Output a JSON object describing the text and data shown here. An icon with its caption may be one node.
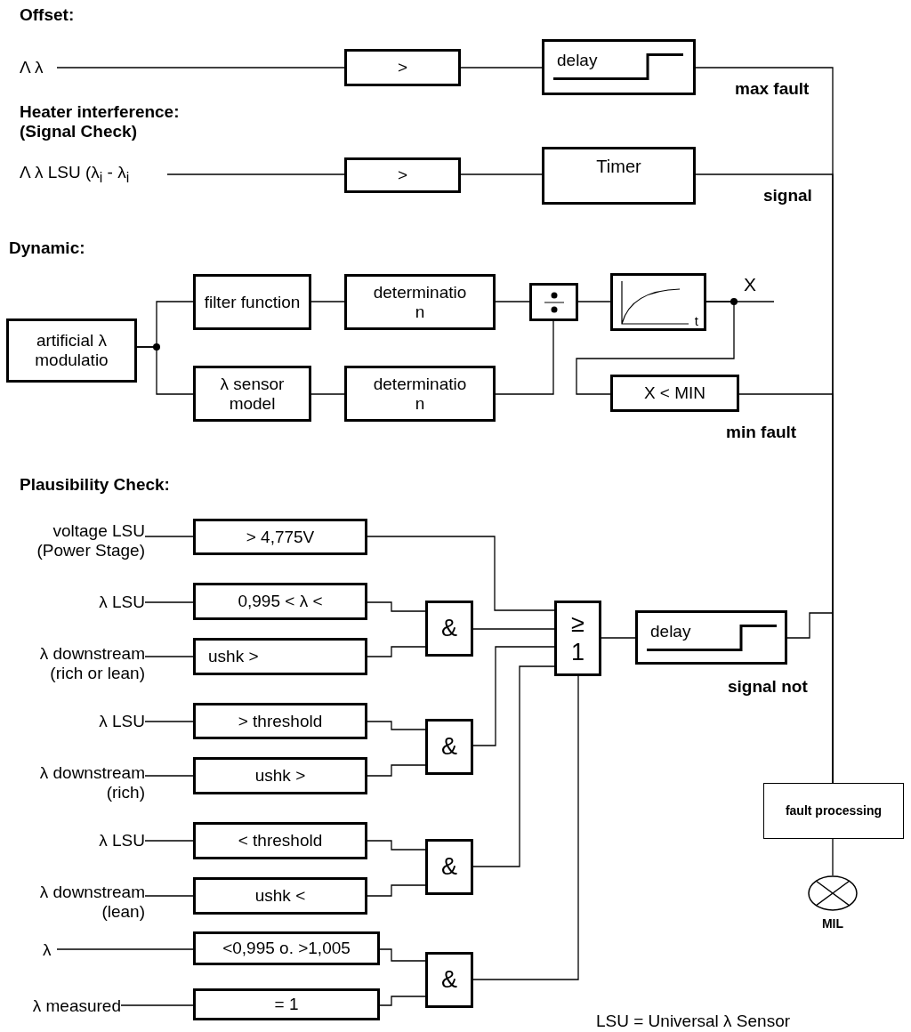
{
  "diagram": {
    "nodes": [
      {
        "text": [
          "Λ λ"
        ]
      },
      {
        "text": [
          ">"
        ]
      },
      {
        "text": [
          "delay"
        ]
      },
      {
        "text": [
          "Λ λ LSU (λ$_{i}$ - λ$_{i}$"
        ]
      },
      {
        "text": [
          ">"
        ]
      },
      {
        "text": [
          "Timer"
        ]
      },
      {
        "text": [
          "artificial λ modulatio"
        ]
      },
      {
        "text": [
          "filter function"
        ]
      },
      {
        "text": [
          "λ sensor model"
        ]
      },
      {
        "text": [
          "determinatio n"
        ]
      },
      {
        "text": [
          "determinatio n"
        ]
      },
      {
        "text": [],
        "shape": "box"
      },
      {
        "text": [
          "t"
        ]
      },
      {
        "text": [
          "X < MIN"
        ]
      },
      {
        "text": [
          "voltage LSU (Power Stage)"
        ]
      },
      {
        "text": [
          "> 4,775V"
        ]
      },
      {
        "text": [
          "λ LSU"
        ]
      },
      {
        "text": [
          "0,995 < λ <"
        ]
      },
      {
        "text": [
          "λ downstream (rich or lean)"
        ]
      },
      {
        "text": [
          "ushk >"
        ]
      },
      {
        "text": [
          "&"
        ]
      },
      {
        "text": [
          "λ LSU"
        ]
      },
      {
        "text": [
          "> threshold"
        ]
      },
      {
        "text": [
          "λ downstream (rich)"
        ]
      },
      {
        "text": [
          "ushk >"
        ]
      },
      {
        "text": [
          "&"
        ]
      },
      {
        "text": [
          "λ LSU"
        ]
      },
      {
        "text": [
          "< threshold"
        ]
      },
      {
        "text": [
          "λ downstream (lean)"
        ]
      },
      {
        "text": [
          "ushk <"
        ]
      },
      {
        "text": [
          "&"
        ]
      },
      {
        "text": [
          "λ"
        ]
      },
      {
        "text": [
          "<0,995 o. >1,005"
        ]
      },
      {
        "text": [
          "λ measured"
        ]
      },
      {
        "text": [
          "= 1"
        ]
      },
      {
        "text": [
          "&"
        ]
      },
      {
        "text": [
          "≥ 1"
        ]
      },
      {
        "text": [
          "delay"
        ]
      },
      {
        "text": [
          "fault processing"
        ]
      },
      {
        "text": [],
        "shape": "circle",
        "beside": [
          "MIL"
        ]
      }
    ],
    "edges": [
      {
        "from": 0,
        "to": 1,
        "arrow": "none"
      },
      {
        "from": 1,
        "to": 2,
        "arrow": "none"
      },
      {
        "from": 3,
        "to": 4,
        "arrow": "none"
      },
      {
        "from": 4,
        "to": 5,
        "arrow": "none"
      },
      {
        "from": 6,
        "to": 7,
        "arrow": "none"
      },
      {
        "from": 6,
        "to": 8,
        "arrow": "none"
      },
      {
        "from": 7,
        "to": 9,
        "arrow": "none"
      },
      {
        "from": 8,
        "to": 10,
        "arrow": "none"
      },
      {
        "from": 9,
        "to": 11,
        "arrow": "none"
      },
      {
        "from": 10,
        "to": 11,
        "arrow": "none"
      },
      {
        "from": 11,
        "to": 12,
        "arrow": "none"
      },
      {
        "from": 12,
        "to": null,
        "arrow": "none"
      },
      {
        "from": 12,
        "to": 13,
        "arrow": "none"
      },
      {
        "from": 2,
        "to": 38,
        "arrow": "none"
      },
      {
        "from": 5,
        "to": 38,
        "arrow": "none"
      },
      {
        "from": 13,
        "to": 38,
        "arrow": "none"
      },
      {
        "from": 14,
        "to": 15,
        "arrow": "none"
      },
      {
        "from": 15,
        "to": 36,
        "arrow": "none"
      },
      {
        "from": 16,
        "to": 17,
        "arrow": "none"
      },
      {
        "from": 17,
        "to": 20,
        "arrow": "none"
      },
      {
        "from": 18,
        "to": 19,
        "arrow": "none"
      },
      {
        "from": 19,
        "to": 20,
        "arrow": "none"
      },
      {
        "from": 20,
        "to": 36,
        "arrow": "none"
      },
      {
        "from": 21,
        "to": 22,
        "arrow": "none"
      },
      {
        "from": 22,
        "to": 25,
        "arrow": "none"
      },
      {
        "from": 23,
        "to": 24,
        "arrow": "none"
      },
      {
        "from": 24,
        "to": 25,
        "arrow": "none"
      },
      {
        "from": 25,
        "to": 36,
        "arrow": "none"
      },
      {
        "from": 26,
        "to": 27,
        "arrow": "none"
      },
      {
        "from": 27,
        "to": 30,
        "arrow": "none"
      },
      {
        "from": 28,
        "to": 29,
        "arrow": "none"
      },
      {
        "from": 29,
        "to": 30,
        "arrow": "none"
      },
      {
        "from": 30,
        "to": 36,
        "arrow": "none"
      },
      {
        "from": 31,
        "to": 32,
        "arrow": "none"
      },
      {
        "from": 32,
        "to": 35,
        "arrow": "none"
      },
      {
        "from": 33,
        "to": 34,
        "arrow": "none"
      },
      {
        "from": 34,
        "to": 35,
        "arrow": "none"
      },
      {
        "from": 35,
        "to": 36,
        "arrow": "none"
      },
      {
        "from": 36,
        "to": 37,
        "arrow": "none"
      },
      {
        "from": 37,
        "to": 38,
        "arrow": "none"
      },
      {
        "from": 38,
        "to": 39,
        "arrow": "none"
      }
    ],
    "labels": [
      "Offset:",
      "max fault",
      "Heater interference: (Signal Check)",
      "signal",
      "Dynamic:",
      "X",
      "min fault",
      "Plausibility Check:",
      "signal not",
      "LSU = Universal λ Sensor"
    ]
  }
}
